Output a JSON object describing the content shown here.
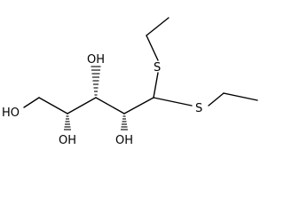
{
  "molecule": {
    "atoms": {
      "oh1": "HO",
      "oh2": "OH",
      "oh3": "OH",
      "oh4": "OH",
      "s1": "S",
      "s2": "S"
    }
  },
  "colors": {
    "bond": "#000000",
    "background": "#ffffff"
  }
}
